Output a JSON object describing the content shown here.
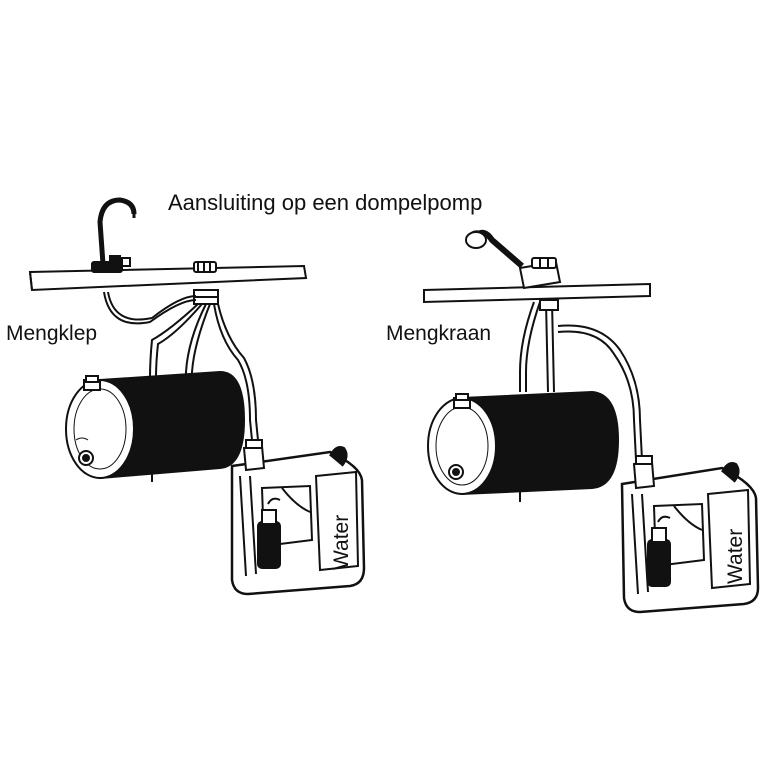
{
  "title": "Aansluiting op een dompelpomp",
  "left_label": "Mengklep",
  "right_label": "Mengkraan",
  "left_can_text": "Water",
  "right_can_text": "Water",
  "colors": {
    "ink": "#111111",
    "background": "#ffffff"
  },
  "icons": [
    "mixing-valve-faucet-icon",
    "mixing-tap-faucet-icon",
    "water-heater-icon",
    "jerrycan-icon",
    "submersible-pump-icon"
  ]
}
